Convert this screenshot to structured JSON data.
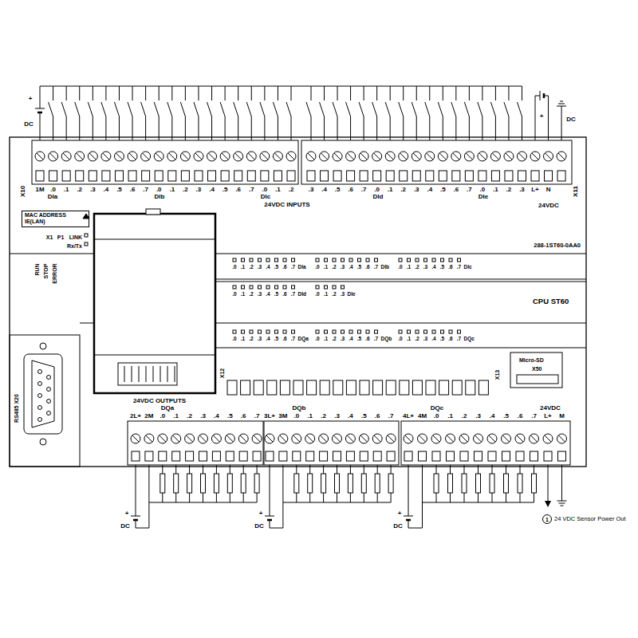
{
  "diagram": {
    "nodes": [
      {
        "text": [
          "MAC ADDRESS",
          "IE(LAN)"
        ]
      },
      {
        "text": [
          "1"
        ]
      }
    ],
    "labels": [
      "+",
      "DC",
      "+",
      "DC",
      "1M",
      ".0",
      ".1",
      ".2",
      ".3",
      ".4",
      ".5",
      ".6",
      ".7",
      ".0",
      ".1",
      ".2",
      ".3",
      ".4",
      ".5",
      ".6",
      ".7",
      ".0",
      ".1",
      ".2",
      ".3",
      ".4",
      ".5",
      ".6",
      ".7",
      ".0",
      ".1",
      ".2",
      ".3",
      ".4",
      ".5",
      ".6",
      ".7",
      ".0",
      ".1",
      ".2",
      ".3",
      "L+",
      "N",
      "DIa",
      "DIb",
      "DIc",
      "DId",
      "DIe",
      "24VDC INPUTS",
      "X10",
      "X11",
      "24VDC",
      "X1",
      "P1",
      "LINK",
      "Rx/Tx",
      "RUN",
      "STOP",
      "ERROR",
      "288-1ST60-0AA0",
      "CPU ST60",
      ".0",
      ".1",
      ".2",
      ".3",
      ".4",
      ".5",
      ".6",
      ".7",
      "DIa",
      ".0",
      ".1",
      ".2",
      ".3",
      ".4",
      ".5",
      ".6",
      ".7",
      "DIb",
      ".0",
      ".1",
      ".2",
      ".3",
      ".4",
      ".5",
      ".6",
      ".7",
      "DIc",
      ".0",
      ".1",
      ".2",
      ".3",
      ".4",
      ".5",
      ".6",
      ".7",
      "DId",
      ".0",
      ".1",
      ".2",
      ".3",
      "DIe",
      ".0",
      ".1",
      ".2",
      ".3",
      ".4",
      ".5",
      ".6",
      ".7",
      "DQa",
      ".0",
      ".1",
      ".2",
      ".3",
      ".4",
      ".5",
      ".6",
      ".7",
      "DQb",
      ".0",
      ".1",
      ".2",
      ".3",
      ".4",
      ".5",
      ".6",
      ".7",
      "DQc",
      "Micro-SD",
      "X50",
      "X12",
      "X13",
      "RS485 X20",
      "24VDC OUTPUTS",
      "DQa",
      "DQb",
      "DQc",
      "24VDC",
      "2L+",
      "2M",
      ".0",
      ".1",
      ".2",
      ".3",
      ".4",
      ".5",
      ".6",
      ".7",
      "3L+",
      "3M",
      ".0",
      ".1",
      ".2",
      ".3",
      ".4",
      ".5",
      ".6",
      ".7",
      "4L+",
      "4M",
      ".0",
      ".1",
      ".2",
      ".3",
      ".4",
      ".5",
      ".6",
      ".7",
      "L+",
      "M",
      "+",
      "DC",
      "+",
      "DC",
      "+",
      "DC",
      "24 VDC Sensor Power Out"
    ]
  }
}
